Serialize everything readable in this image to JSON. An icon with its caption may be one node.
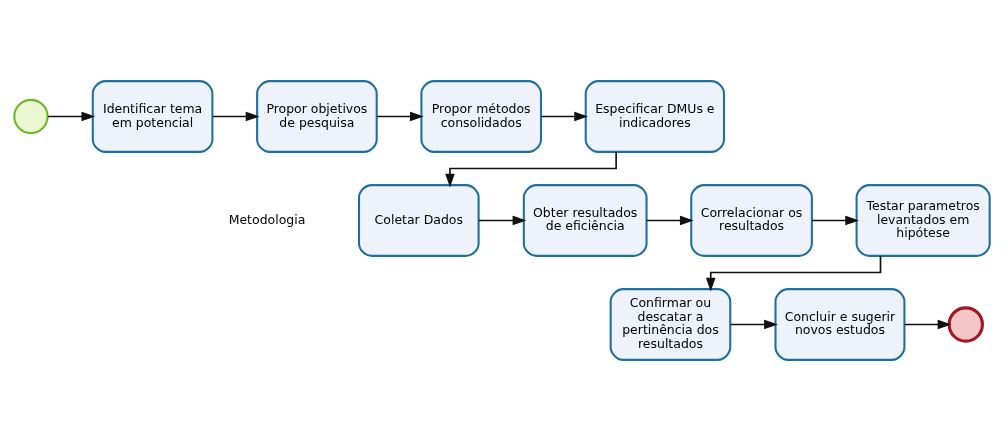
{
  "diagram": {
    "nodes": [
      {
        "text": [],
        "shape": "circle"
      },
      {
        "text": [
          "Identificar tema em potencial"
        ]
      },
      {
        "text": [
          "Propor objetivos de pesquisa"
        ]
      },
      {
        "text": [
          "Propor métodos consolidados"
        ]
      },
      {
        "text": [
          "Especificar DMUs e indicadores"
        ]
      },
      {
        "text": [
          "Coletar Dados"
        ]
      },
      {
        "text": [
          "Obter resultados de eficiência"
        ]
      },
      {
        "text": [
          "Correlacionar os resultados"
        ]
      },
      {
        "text": [
          "Testar parametros levantados em hipótese"
        ]
      },
      {
        "text": [
          "Confirmar ou descatar a pertinência dos resultados"
        ]
      },
      {
        "text": [
          "Concluir e sugerir novos estudos"
        ]
      },
      {
        "text": [],
        "shape": "circle"
      }
    ],
    "edges": [
      {
        "from": 0,
        "to": 1,
        "arrow": "to"
      },
      {
        "from": 1,
        "to": 2,
        "arrow": "to"
      },
      {
        "from": 2,
        "to": 3,
        "arrow": "to"
      },
      {
        "from": 3,
        "to": 4,
        "arrow": "to"
      },
      {
        "from": 4,
        "to": 5,
        "arrow": "to"
      },
      {
        "from": 5,
        "to": 6,
        "arrow": "to"
      },
      {
        "from": 6,
        "to": 7,
        "arrow": "to"
      },
      {
        "from": 7,
        "to": 8,
        "arrow": "to"
      },
      {
        "from": 8,
        "to": 9,
        "arrow": "to"
      },
      {
        "from": 9,
        "to": 10,
        "arrow": "to"
      },
      {
        "from": 10,
        "to": 11,
        "arrow": "to"
      }
    ],
    "labels": [
      "Metodologia"
    ]
  }
}
